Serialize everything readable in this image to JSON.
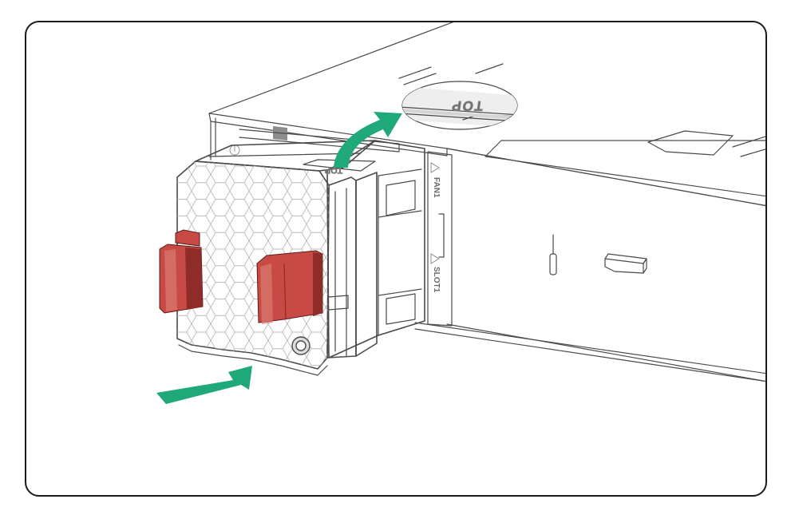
{
  "labels": {
    "top_embossed_magnified": "TOP",
    "top_embossed_module": "TOP",
    "slot_label_fan": "FAN1",
    "slot_label_slot": "SLOT1"
  },
  "colors": {
    "arrow_green": "#1fa979",
    "handle_red": "#c74a44",
    "handle_red_dark": "#8f2b29",
    "handle_red_light": "#db7a70",
    "panel_gray": "#e6e6e6",
    "outline": "#4a4a4a"
  },
  "icons": {
    "insert_direction": "insert-arrow-icon",
    "flip_direction": "curved-arrow-icon",
    "power_symbol": "power-icon",
    "screw": "captive-screw-icon",
    "screwdriver": "screwdriver-icon"
  }
}
